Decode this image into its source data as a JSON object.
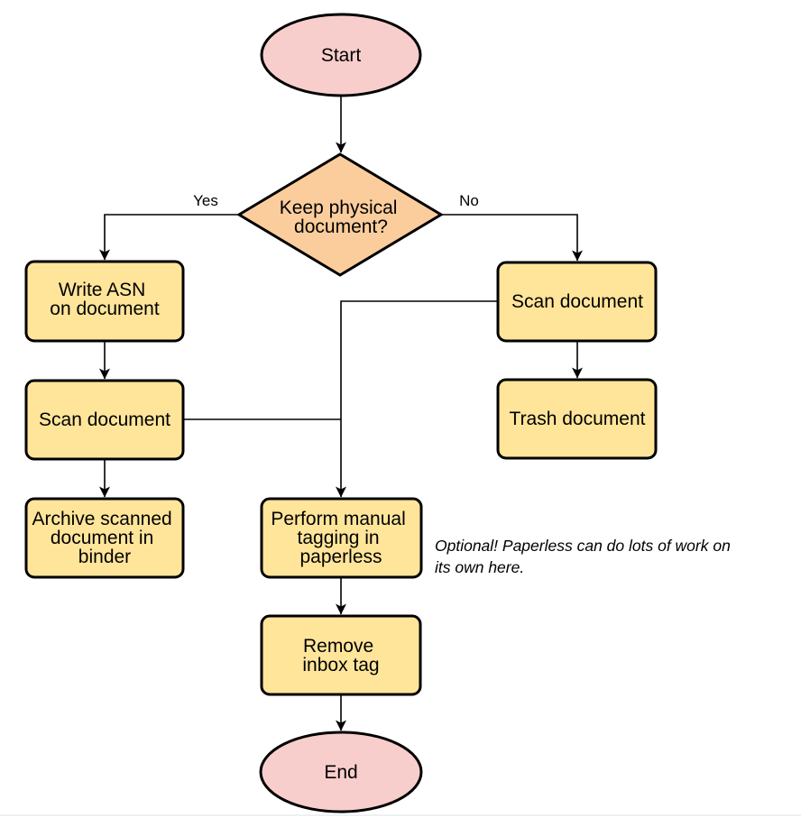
{
  "flowchart": {
    "colors": {
      "terminal_fill": "#f8cecc",
      "decision_fill": "#fbcd9d",
      "process_fill": "#ffe59a",
      "border": "#000000",
      "connector": "#000000"
    },
    "nodes": {
      "start": {
        "label": "Start",
        "type": "terminal"
      },
      "decision": {
        "type": "decision",
        "lines": [
          "Keep physical",
          "document?"
        ]
      },
      "write_asn": {
        "type": "process",
        "lines": [
          "Write ASN",
          "on document"
        ]
      },
      "scan_left": {
        "type": "process",
        "label": "Scan document"
      },
      "archive": {
        "type": "process",
        "lines": [
          "Archive scanned",
          "document in",
          "binder"
        ]
      },
      "scan_right": {
        "type": "process",
        "label": "Scan document"
      },
      "trash": {
        "type": "process",
        "label": "Trash document"
      },
      "tagging": {
        "type": "process",
        "lines": [
          "Perform manual",
          "tagging in",
          "paperless"
        ]
      },
      "remove_inbox": {
        "type": "process",
        "lines": [
          "Remove",
          "inbox tag"
        ]
      },
      "end": {
        "label": "End",
        "type": "terminal"
      }
    },
    "edge_labels": {
      "yes": "Yes",
      "no": "No"
    },
    "note": {
      "lines": [
        "Optional! Paperless can do lots of work on",
        "its own here."
      ]
    }
  }
}
